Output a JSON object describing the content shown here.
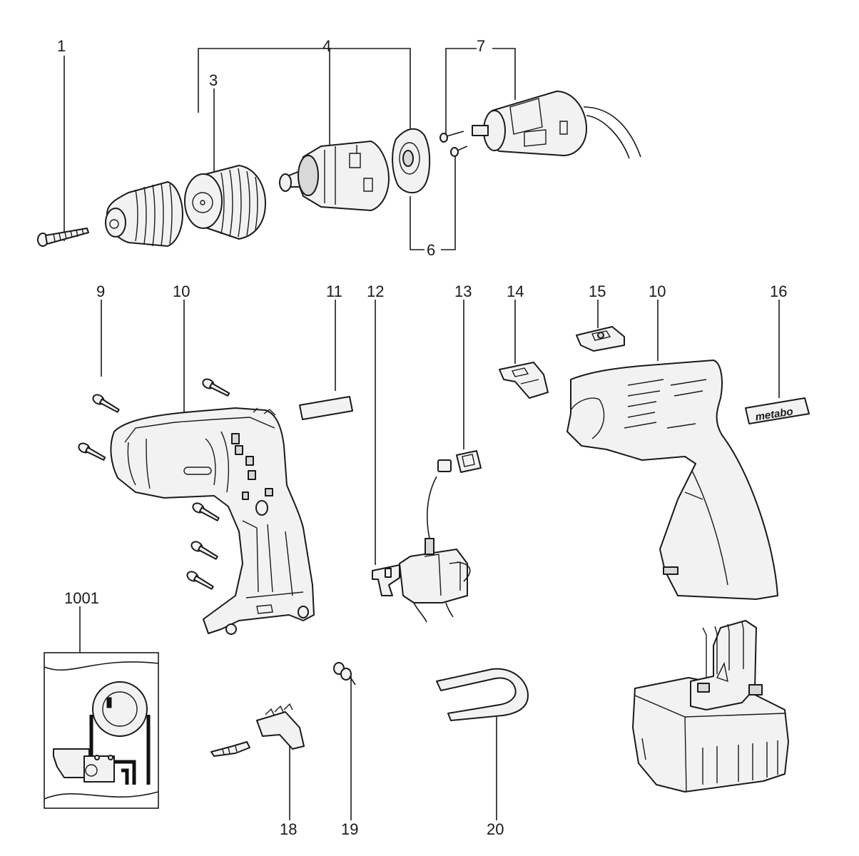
{
  "diagram": {
    "callouts": [
      {
        "id": "c1",
        "text": "1"
      },
      {
        "id": "c3",
        "text": "3"
      },
      {
        "id": "c4",
        "text": "4"
      },
      {
        "id": "c6",
        "text": "6"
      },
      {
        "id": "c7",
        "text": "7"
      },
      {
        "id": "c9",
        "text": "9"
      },
      {
        "id": "c10a",
        "text": "10"
      },
      {
        "id": "c11",
        "text": "11"
      },
      {
        "id": "c12",
        "text": "12"
      },
      {
        "id": "c13",
        "text": "13"
      },
      {
        "id": "c14",
        "text": "14"
      },
      {
        "id": "c15",
        "text": "15"
      },
      {
        "id": "c10b",
        "text": "10"
      },
      {
        "id": "c16",
        "text": "16"
      },
      {
        "id": "c1001",
        "text": "1001"
      },
      {
        "id": "c18",
        "text": "18"
      },
      {
        "id": "c19",
        "text": "19"
      },
      {
        "id": "c20",
        "text": "20"
      }
    ],
    "logo_text": "metabo"
  }
}
